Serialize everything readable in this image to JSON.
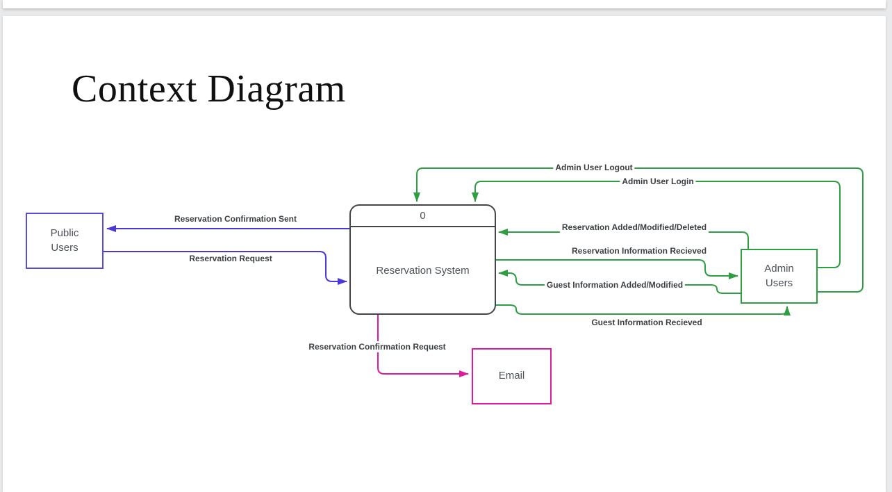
{
  "slide": {
    "title": "Context Diagram"
  },
  "colors": {
    "flow_blue": "#4a38d8",
    "flow_green": "#2d9e41",
    "flow_magenta": "#df1a9c",
    "process_border": "#42454a",
    "entity_blue_border": "#564ce0",
    "page_background": "#e9eaeb",
    "slide_background": "#ffffff"
  },
  "diagram": {
    "process": {
      "number": "0",
      "label": "Reservation System"
    },
    "entities": {
      "public_users": {
        "label": "Public\nUsers",
        "color": "blue"
      },
      "admin_users": {
        "label": "Admin\nUsers",
        "color": "green"
      },
      "email": {
        "label": "Email",
        "color": "magenta"
      }
    },
    "flows": {
      "reservation_confirmation_sent": {
        "label": "Reservation Confirmation Sent",
        "from": "Reservation System",
        "to": "Public Users",
        "color": "blue"
      },
      "reservation_request": {
        "label": "Reservation Request",
        "from": "Public Users",
        "to": "Reservation System",
        "color": "blue"
      },
      "admin_user_logout": {
        "label": "Admin User Logout",
        "from": "Admin Users",
        "to": "Reservation System",
        "color": "green"
      },
      "admin_user_login": {
        "label": "Admin User Login",
        "from": "Admin Users",
        "to": "Reservation System",
        "color": "green"
      },
      "reservation_added_modified_deleted": {
        "label": "Reservation Added/Modified/Deleted",
        "from": "Admin Users",
        "to": "Reservation System",
        "color": "green"
      },
      "reservation_information_recieved": {
        "label": "Reservation Information Recieved",
        "from": "Reservation System",
        "to": "Admin Users",
        "color": "green"
      },
      "guest_information_added_modified": {
        "label": "Guest Information Added/Modified",
        "from": "Admin Users",
        "to": "Reservation System",
        "color": "green"
      },
      "guest_information_recieved": {
        "label": "Guest Information Recieved",
        "from": "Reservation System",
        "to": "Admin Users",
        "color": "green"
      },
      "reservation_confirmation_request": {
        "label": "Reservation Confirmation Request",
        "from": "Reservation System",
        "to": "Email",
        "color": "magenta"
      }
    }
  }
}
